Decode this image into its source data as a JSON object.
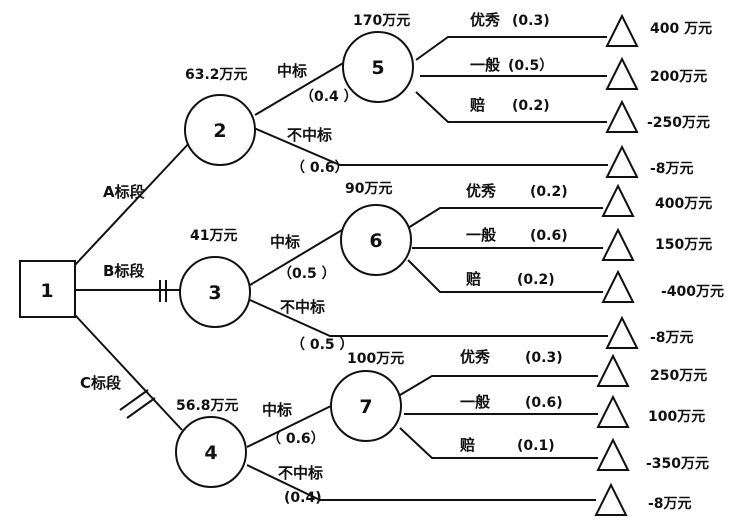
{
  "decision_node": "1",
  "chance_nodes": [
    "2",
    "3",
    "4",
    "5",
    "6",
    "7"
  ],
  "sections": {
    "A": {
      "label": "A标段",
      "ev": "63.2万元"
    },
    "B": {
      "label": "B标段",
      "ev": "41万元"
    },
    "C": {
      "label": "C标段",
      "ev": "56.8万元"
    }
  },
  "win": {
    "A": {
      "label": "中标",
      "prob": "（0.4 ）",
      "ev": "170万元"
    },
    "B": {
      "label": "中标",
      "prob": "（0.5 ）",
      "ev": "90万元"
    },
    "C": {
      "label": "中标",
      "prob": "（ 0.6）",
      "ev": "100万元"
    }
  },
  "lose": {
    "A": {
      "label": "不中标",
      "prob": "（ 0.6）",
      "payoff": "-8万元"
    },
    "B": {
      "label": "不中标",
      "prob": "（ 0.5 ）",
      "payoff": "-8万元"
    },
    "C": {
      "label": "不中标",
      "prob": "(0.4)",
      "payoff": "-8万元"
    }
  },
  "outcomes": {
    "A": [
      {
        "label": "优秀",
        "prob": "(0.3)",
        "payoff": "400 万元"
      },
      {
        "label": "一般",
        "prob": "(0.5）",
        "payoff": "200万元"
      },
      {
        "label": "赔",
        "prob": "(0.2)",
        "payoff": "-250万元"
      }
    ],
    "B": [
      {
        "label": "优秀",
        "prob": "(0.2)",
        "payoff": "400万元"
      },
      {
        "label": "一般",
        "prob": "(0.6)",
        "payoff": "150万元"
      },
      {
        "label": "赔",
        "prob": "(0.2)",
        "payoff": "-400万元"
      }
    ],
    "C": [
      {
        "label": "优秀",
        "prob": "(0.3)",
        "payoff": "250万元"
      },
      {
        "label": "一般",
        "prob": "(0.6)",
        "payoff": "100万元"
      },
      {
        "label": "赔",
        "prob": "(0.1)",
        "payoff": "-350万元"
      }
    ]
  }
}
